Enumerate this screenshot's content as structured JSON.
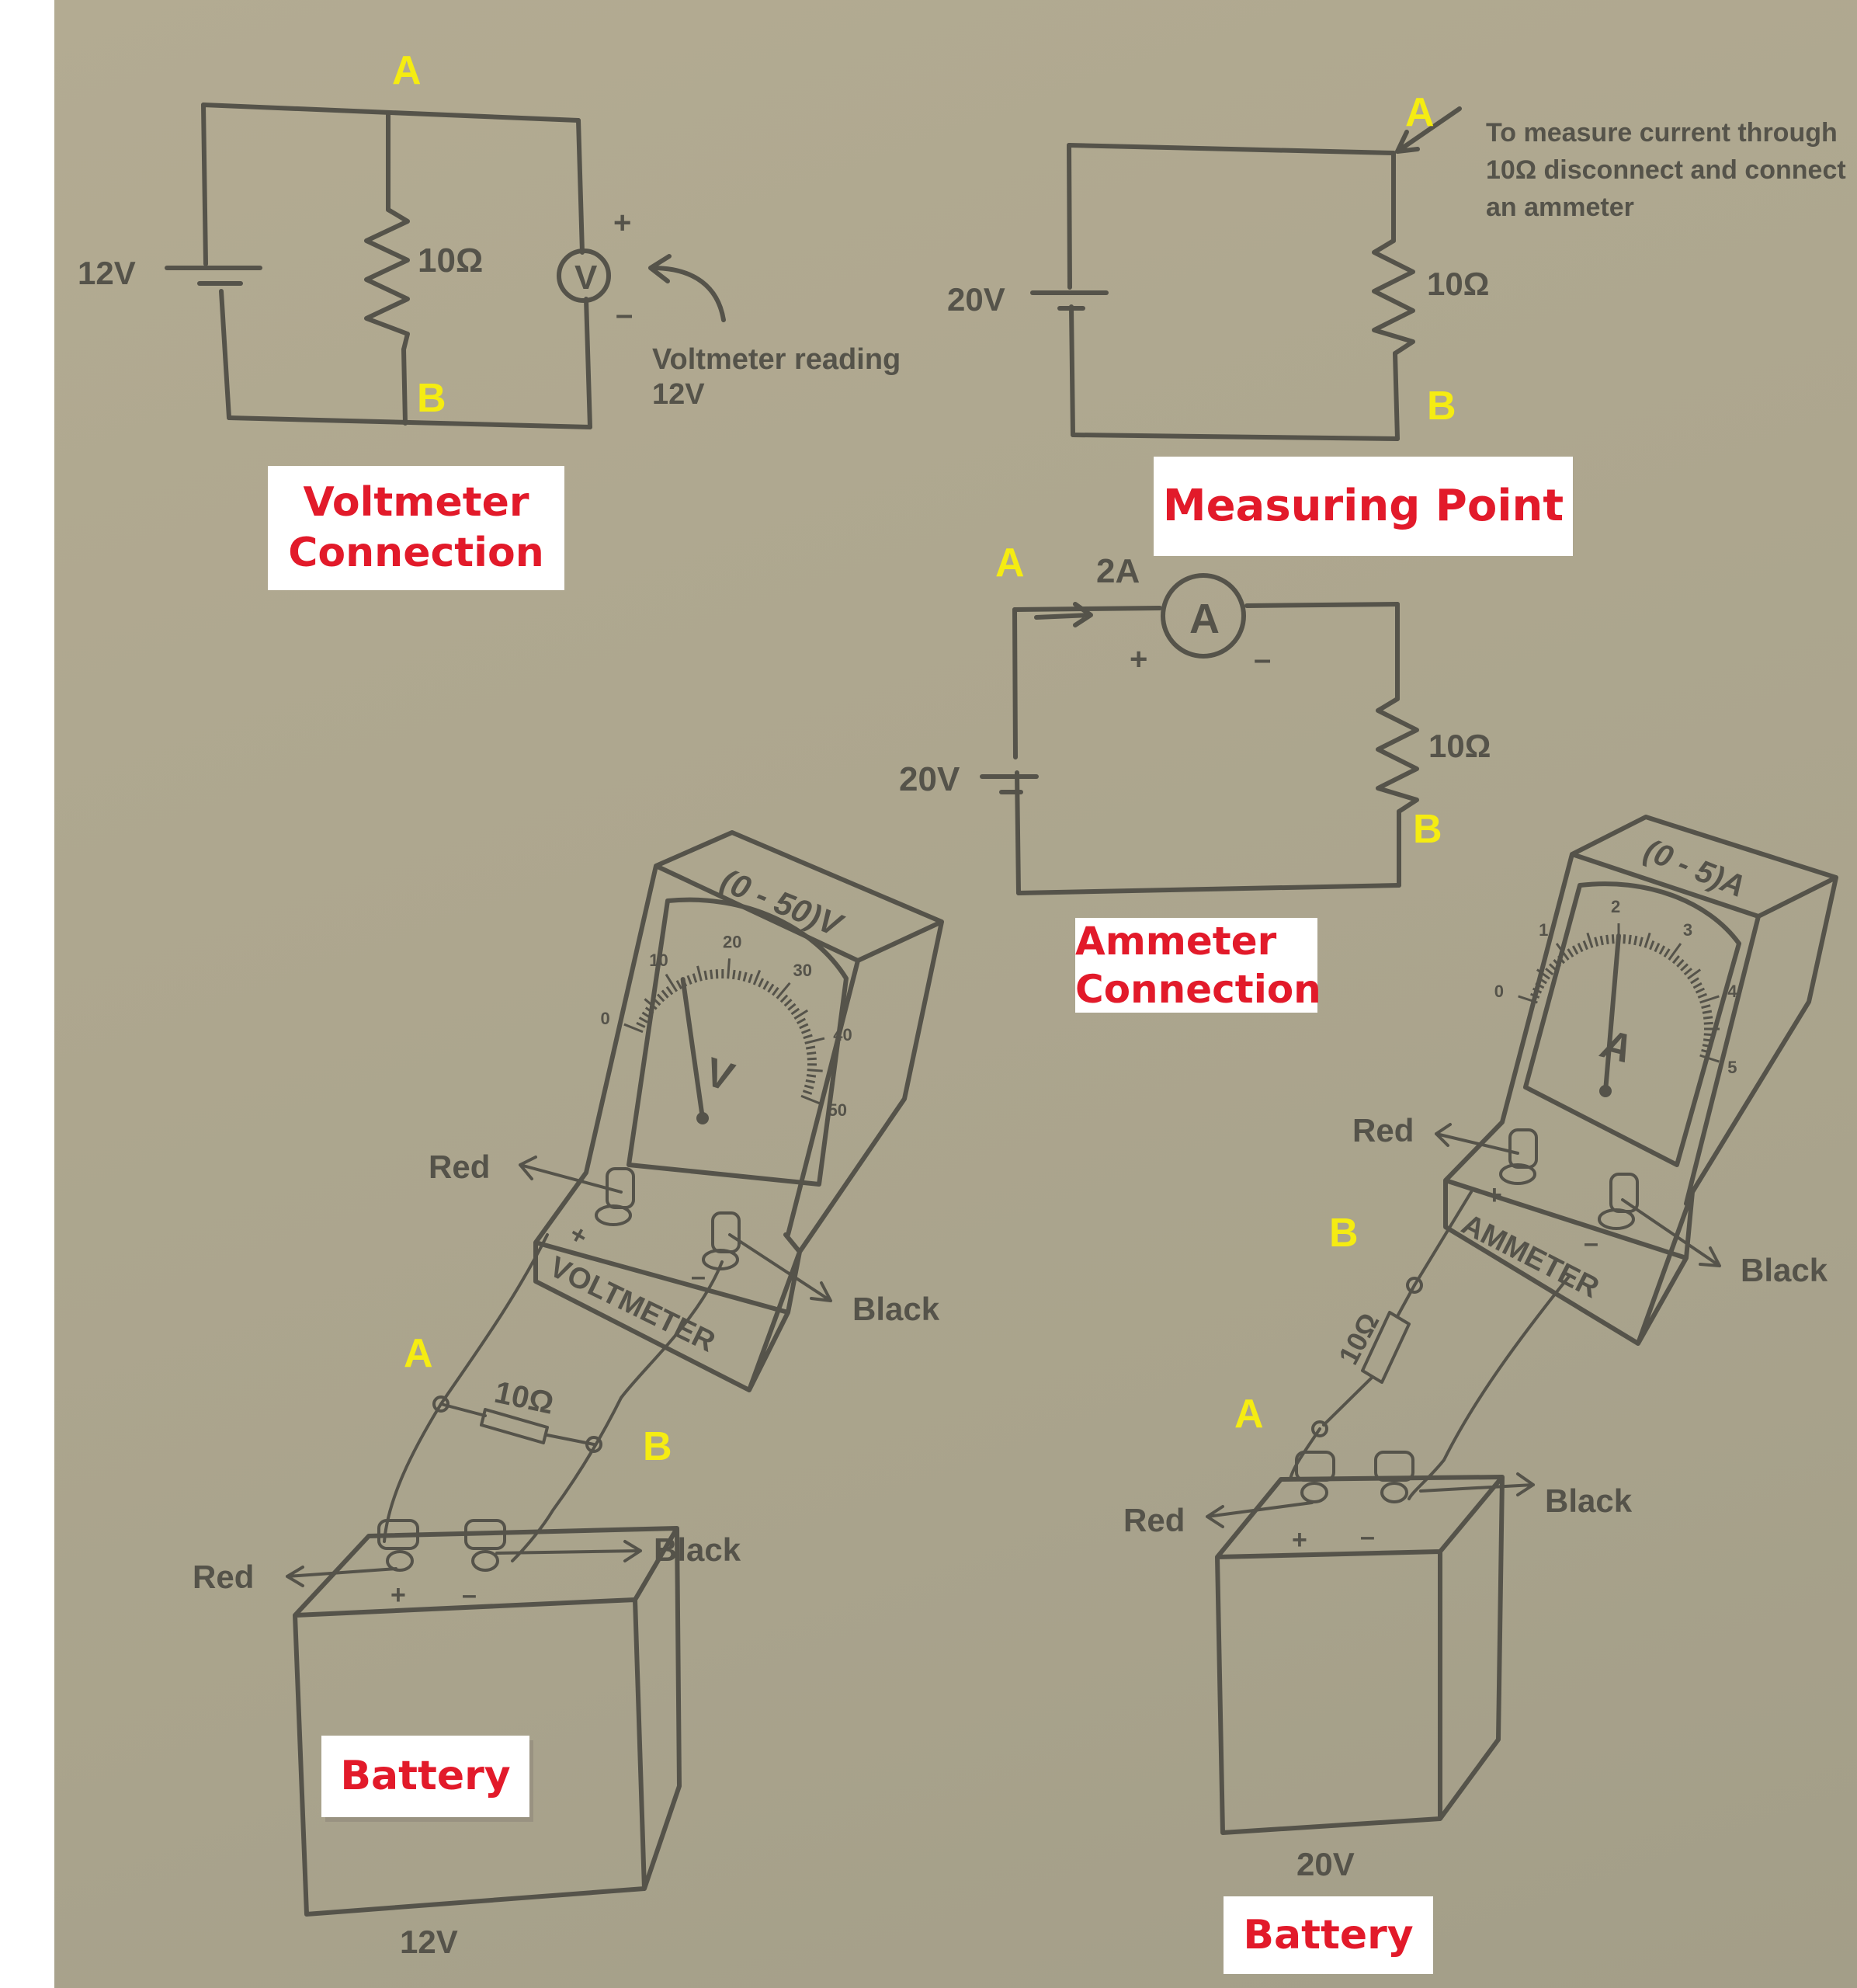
{
  "callouts": {
    "voltmeter_connection": [
      "Voltmeter",
      "Connection"
    ],
    "measuring_point": "Measuring Point",
    "ammeter_connection": [
      "Ammeter",
      "Connection"
    ],
    "battery_left": "Battery",
    "battery_right": "Battery"
  },
  "point_labels": {
    "a": "A",
    "b": "B"
  },
  "voltmeter_circuit": {
    "source": "12V",
    "resistor": "10Ω",
    "meter_symbol": "V",
    "plus": "+",
    "minus": "–",
    "note_line1": "Voltmeter reading",
    "note_line2": "12V"
  },
  "measuring_circuit": {
    "source": "20V",
    "resistor": "10Ω",
    "note_line1": "To measure current through",
    "note_line2": "10Ω disconnect and connect",
    "note_line3": "an ammeter"
  },
  "ammeter_circuit": {
    "source": "20V",
    "resistor": "10Ω",
    "current": "2A",
    "meter_symbol": "A",
    "plus": "+",
    "minus": "–"
  },
  "voltmeter_device": {
    "range": "(0 - 50)V",
    "name": "VOLTMETER",
    "unit": "V",
    "scale_ticks": [
      "0",
      "10",
      "20",
      "30",
      "40",
      "50"
    ],
    "scale_max": 50,
    "needle_value": 12,
    "lead_red": "Red",
    "lead_black": "Black",
    "plus": "+",
    "minus": "–",
    "resistor": "10Ω",
    "battery_voltage": "12V"
  },
  "ammeter_device": {
    "range": "(0 - 5)A",
    "name": "AMMETER",
    "unit": "A",
    "scale_ticks": [
      "0",
      "1",
      "2",
      "3",
      "4",
      "5"
    ],
    "scale_max": 5,
    "needle_value": 2,
    "lead_red": "Red",
    "lead_black": "Black",
    "battery_lead_red": "Red",
    "battery_lead_black": "Black",
    "plus": "+",
    "minus": "–",
    "resistor": "10Ω",
    "battery_voltage": "20V"
  }
}
